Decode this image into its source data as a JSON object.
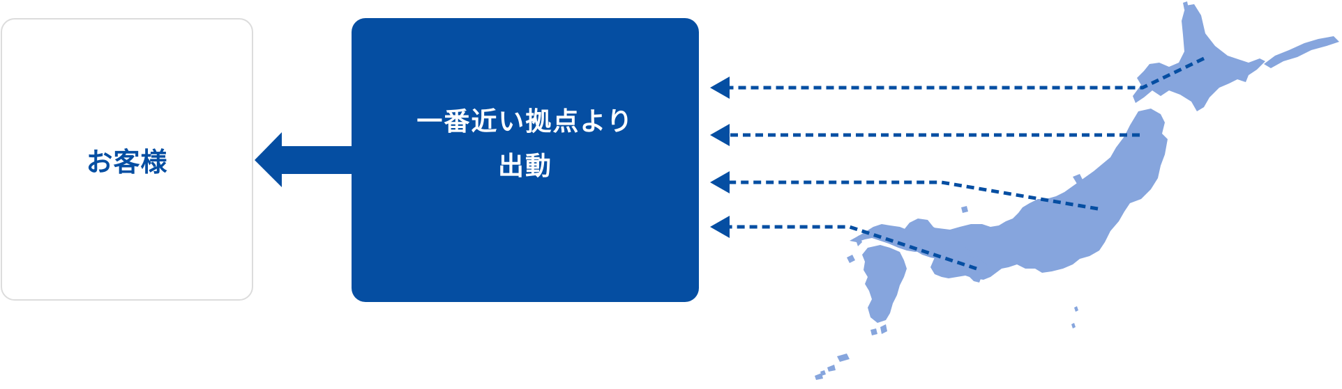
{
  "customer_label": "お客様",
  "dispatch": {
    "line1": "一番近い拠点より",
    "line2": "出動"
  },
  "colors": {
    "primary": "#054ea2",
    "map": "#86a5dd",
    "box_border": "#dcdcdc"
  }
}
